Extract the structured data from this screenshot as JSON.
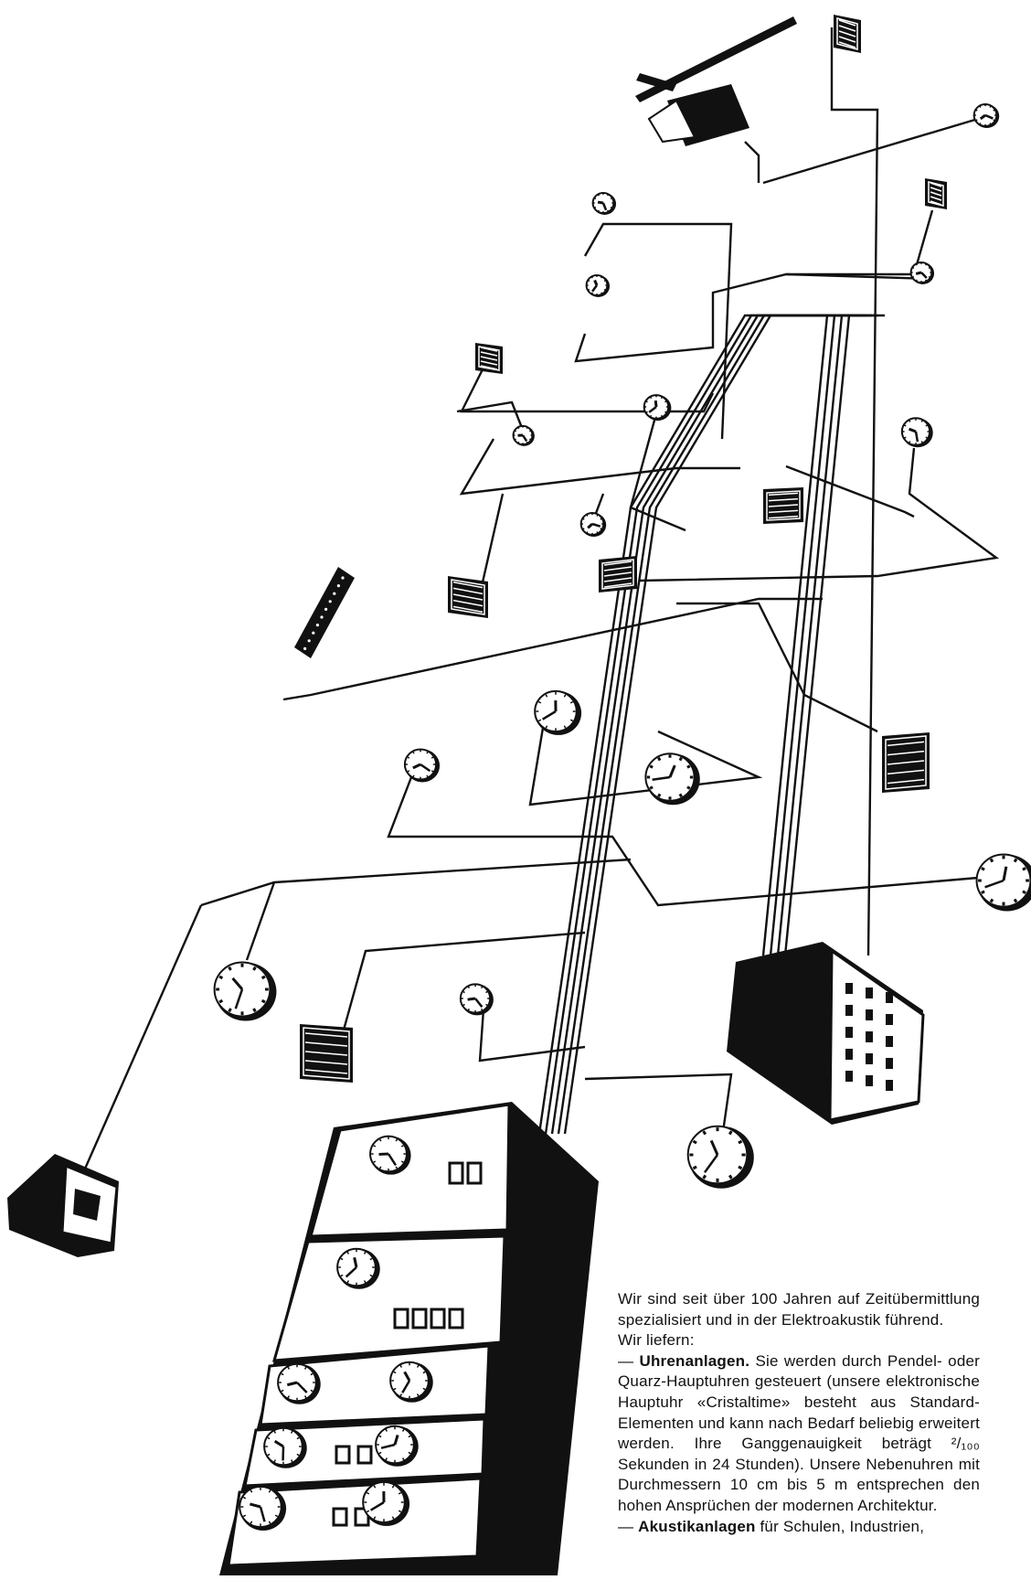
{
  "colors": {
    "ink": "#111111",
    "paper": "#ffffff"
  },
  "text": {
    "intro_1": "Wir sind seit über 100 Jahren auf Zeitübermittlung spezialisiert und in der Elektroakustik führend.",
    "intro_2": "Wir liefern:",
    "item1_dash": "— ",
    "item1_bold": "Uhrenanlagen.",
    "item1_text": " Sie werden durch Pendel- oder Quarz-Hauptuhren gesteuert (unsere elektronische Hauptuhr «Cristaltime» besteht aus Standard-Elementen und kann nach Bedarf beliebig erweitert werden. Ihre Ganggenauigkeit beträgt ²/₁₀₀ Sekunden in 24 Stunden). Unsere Nebenuhren mit Durchmessern 10 cm bis 5 m entsprechen den hohen Ansprüchen der modernen Architektur.",
    "item2_dash": "— ",
    "item2_bold": "Akustikanlagen",
    "item2_text": " für Schulen, Industrien,"
  },
  "devices": [
    {
      "icon": "wall-clock-icon"
    },
    {
      "icon": "loudspeaker-icon"
    },
    {
      "icon": "master-clock-cabinet-icon"
    },
    {
      "icon": "amplifier-rack-icon"
    },
    {
      "icon": "column-speaker-icon"
    },
    {
      "icon": "projector-speaker-icon"
    }
  ]
}
